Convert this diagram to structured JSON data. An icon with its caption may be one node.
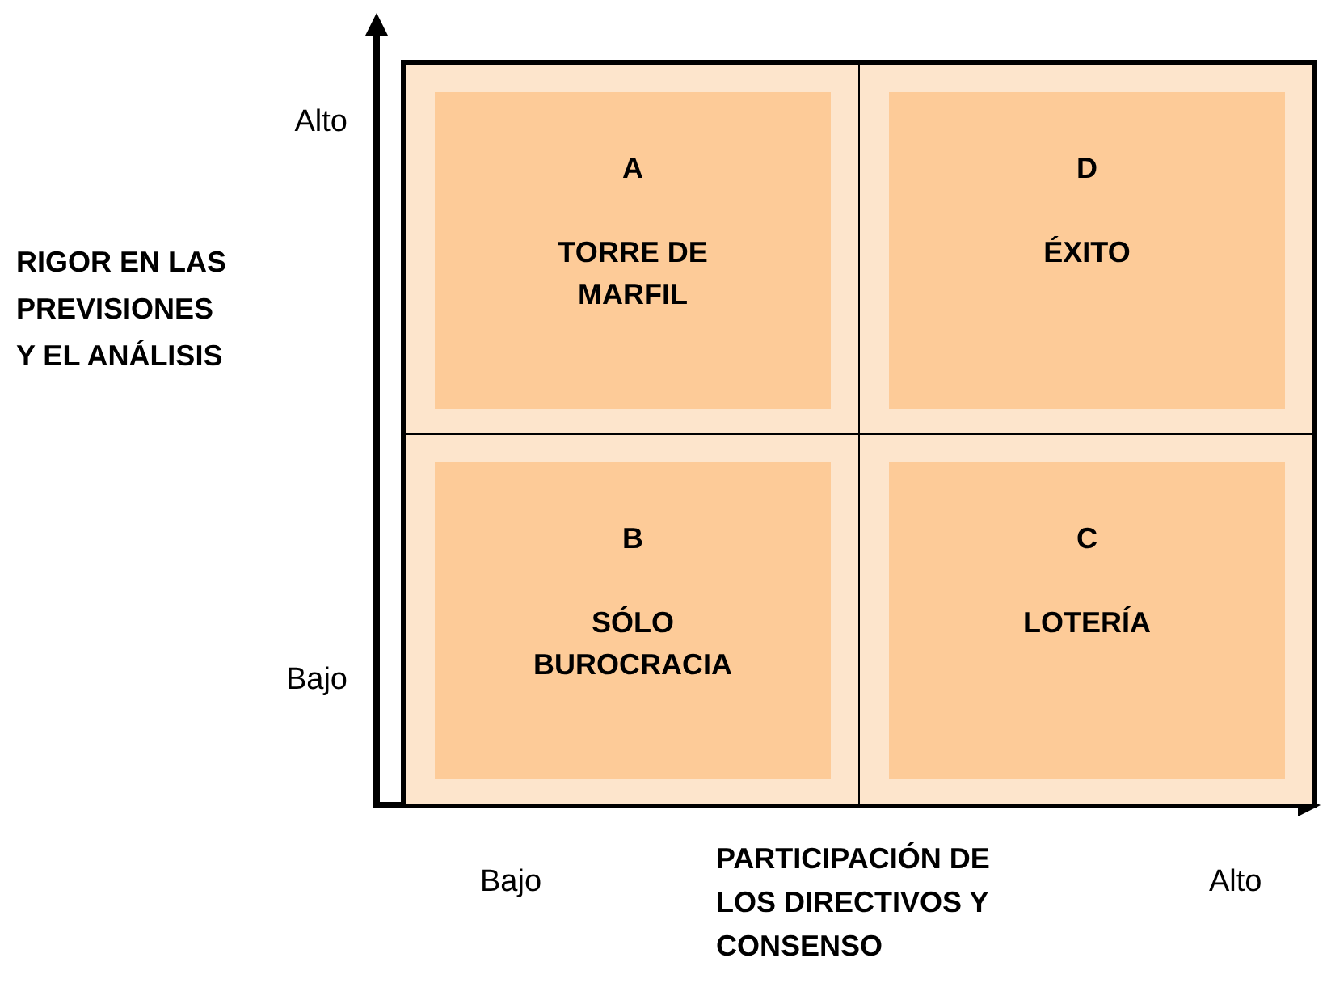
{
  "diagram": {
    "nodes": [
      {
        "text": [],
        "shape": "box"
      },
      {
        "text": [
          "A",
          "TORRE DE MARFIL"
        ],
        "in": 0
      },
      {
        "text": [
          "D",
          "ÉXITO"
        ],
        "in": 0
      },
      {
        "text": [
          "B",
          "SÓLO BUROCRACIA"
        ],
        "in": 0
      },
      {
        "text": [
          "C",
          "LOTERÍA"
        ],
        "in": 0
      }
    ],
    "edges": [],
    "labels": [
      "Alto",
      "RIGOR EN LAS PREVISIONES Y EL ANÁLISIS",
      "Bajo",
      "Bajo",
      "PARTICIPACIÓN DE LOS DIRECTIVOS Y CONSENSO",
      "Alto"
    ]
  }
}
